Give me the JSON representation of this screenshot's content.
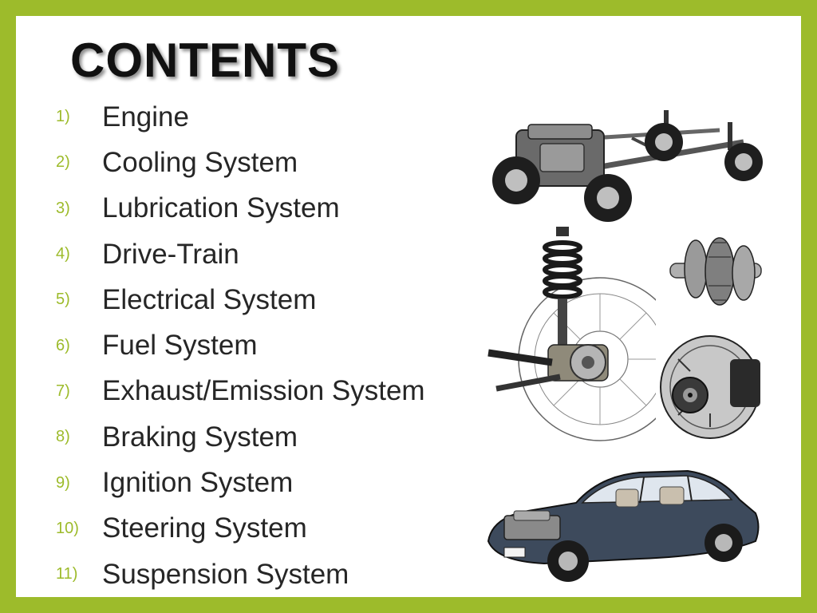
{
  "slide": {
    "title": "CONTENTS",
    "items": [
      {
        "number": "1)",
        "label": "Engine"
      },
      {
        "number": "2)",
        "label": "Cooling System"
      },
      {
        "number": "3)",
        "label": "Lubrication System"
      },
      {
        "number": "4)",
        "label": "Drive-Train"
      },
      {
        "number": "5)",
        "label": "Electrical System"
      },
      {
        "number": "6)",
        "label": "Fuel System"
      },
      {
        "number": "7)",
        "label": "Exhaust/Emission System"
      },
      {
        "number": "8)",
        "label": "Braking System"
      },
      {
        "number": "9)",
        "label": "Ignition System"
      },
      {
        "number": "10)",
        "label": "Steering System"
      },
      {
        "number": "11)",
        "label": "Suspension System"
      }
    ],
    "illustrations": [
      "chassis-illustration",
      "suspension-strut-illustration",
      "gear-assembly-illustration",
      "alternator-illustration",
      "cutaway-car-illustration"
    ]
  },
  "colors": {
    "frame": "#9dbb2b",
    "accent_numbers": "#9dbb2b",
    "text": "#262626",
    "title": "#111111"
  }
}
